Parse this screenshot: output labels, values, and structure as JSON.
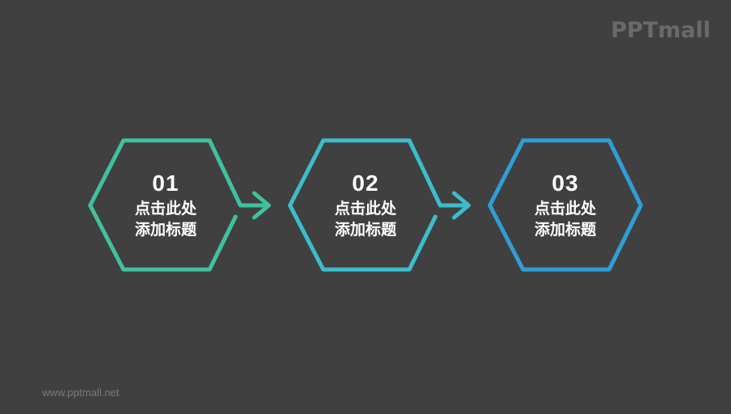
{
  "brand": {
    "logo_text": "PPTmall",
    "footer_url": "www.pptmall.net"
  },
  "colors": {
    "background": "#404040",
    "step1": "#3fc1a0",
    "step2": "#3dbccc",
    "step3": "#2e9fd6",
    "text": "#ffffff"
  },
  "steps": [
    {
      "number": "01",
      "title_line1": "点击此处",
      "title_line2": "添加标题",
      "shape": "hexagon-arrow",
      "color": "#3fc1a0"
    },
    {
      "number": "02",
      "title_line1": "点击此处",
      "title_line2": "添加标题",
      "shape": "hexagon-arrow",
      "color": "#3dbccc"
    },
    {
      "number": "03",
      "title_line1": "点击此处",
      "title_line2": "添加标题",
      "shape": "hexagon",
      "color": "#2e9fd6"
    }
  ]
}
